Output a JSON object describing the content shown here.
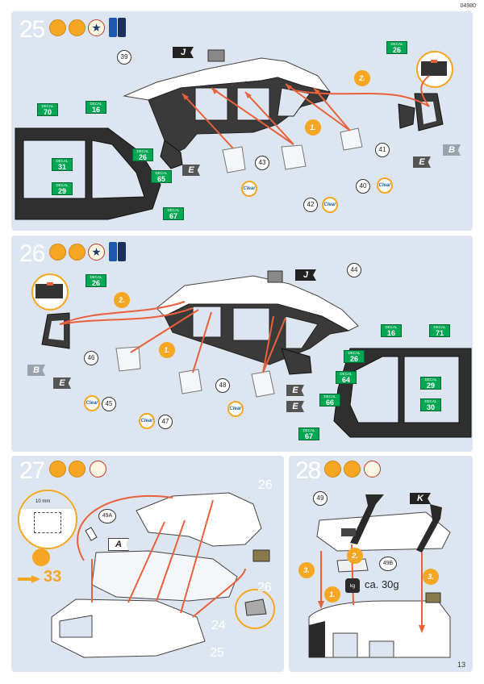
{
  "header": {
    "code": "04980"
  },
  "page": {
    "number": "13"
  },
  "colors": {
    "panel": "#dde6f0",
    "accent": "#f5a623",
    "arrow": "#e8603c",
    "decal": "#00a651",
    "hull": "#3a3a3a"
  },
  "step25": {
    "number": "25",
    "icons": [
      "glue-tube-icon",
      "paint-brush-icon",
      "decal-star-icon",
      "paint-bottle-icon"
    ],
    "decals": [
      {
        "label": "DECAL",
        "num": "70"
      },
      {
        "label": "DECAL",
        "num": "16"
      },
      {
        "label": "DECAL",
        "num": "26"
      },
      {
        "label": "DECAL",
        "num": "31"
      },
      {
        "label": "DECAL",
        "num": "29"
      },
      {
        "label": "DECAL",
        "num": "65"
      },
      {
        "label": "DECAL",
        "num": "67"
      },
      {
        "label": "DECAL",
        "num": "26"
      }
    ],
    "callouts": [
      "39",
      "43",
      "42",
      "40",
      "41"
    ],
    "clear": "Clear",
    "substeps": [
      "1.",
      "2."
    ],
    "flags": [
      "J",
      "E",
      "E",
      "B"
    ]
  },
  "step26": {
    "number": "26",
    "decals": [
      {
        "label": "DECAL",
        "num": "26"
      },
      {
        "label": "DECAL",
        "num": "16"
      },
      {
        "label": "DECAL",
        "num": "71"
      },
      {
        "label": "DECAL",
        "num": "26"
      },
      {
        "label": "DECAL",
        "num": "64"
      },
      {
        "label": "DECAL",
        "num": "29"
      },
      {
        "label": "DECAL",
        "num": "66"
      },
      {
        "label": "DECAL",
        "num": "30"
      },
      {
        "label": "DECAL",
        "num": "67"
      }
    ],
    "callouts": [
      "44",
      "46",
      "45",
      "47",
      "48"
    ],
    "clear": "Clear",
    "substeps": [
      "2.",
      "1."
    ],
    "flags": [
      "J",
      "B",
      "E",
      "E",
      "E"
    ]
  },
  "step27": {
    "number": "27",
    "dim": "10 mm",
    "callouts": [
      "49A"
    ],
    "flag": "A",
    "goto": "33",
    "parts": [
      "26",
      "26",
      "24",
      "25"
    ]
  },
  "step28": {
    "number": "28",
    "callouts": [
      "49",
      "49B"
    ],
    "flag": "K",
    "substeps": [
      "2.",
      "3.",
      "3.",
      "1."
    ],
    "weight": "ca. 30g",
    "kg": "kg"
  }
}
